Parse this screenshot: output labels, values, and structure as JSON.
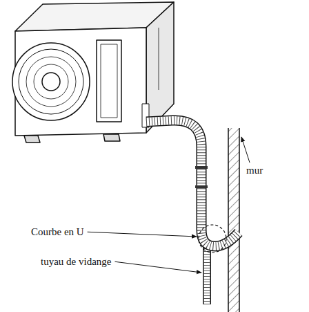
{
  "diagram": {
    "labels": [
      "mur",
      "Courbe en U",
      "tuyau de vidange"
    ]
  }
}
